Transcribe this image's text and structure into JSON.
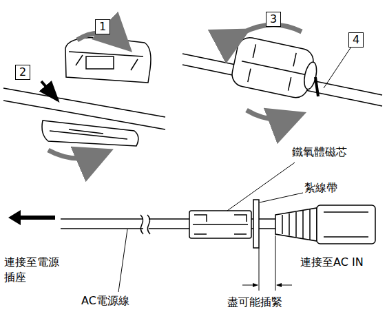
{
  "diagram": {
    "nodes": [
      {
        "text": [
          "1"
        ]
      },
      {
        "text": [
          "2"
        ]
      },
      {
        "text": [
          "3"
        ]
      },
      {
        "text": [
          "4"
        ]
      }
    ],
    "labels": [
      "鐵氧體磁芯",
      "紮線帶",
      "連接至電源 插座",
      "AC電源線",
      "連接至AC IN",
      "盡可能插緊"
    ]
  }
}
